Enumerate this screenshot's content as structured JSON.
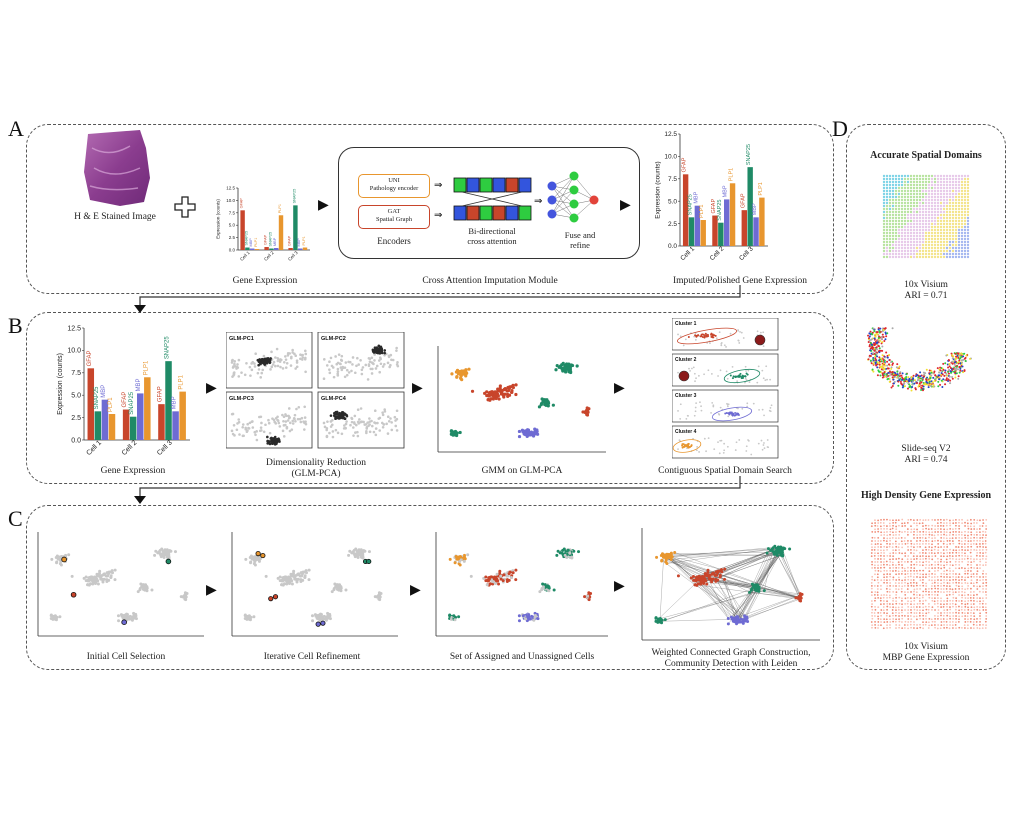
{
  "panels": {
    "A": {
      "letter": "A",
      "he_label": "H & E Stained Image",
      "gene_expr_label": "Gene Expression",
      "module_label": "Cross Attention Imputation Module",
      "imputed_label": "Imputed/Polished Gene Expression",
      "encoders": {
        "uni_line1": "UNI",
        "uni_line2": "Pathology encoder",
        "gat_line1": "GAT",
        "gat_line2": "Spatial Graph",
        "label": "Encoders"
      },
      "bidir_line1": "Bi-directional",
      "bidir_line2": "cross attention",
      "fuse_line1": "Fuse and",
      "fuse_line2": "refine"
    },
    "B": {
      "letter": "B",
      "gene_expr_label": "Gene Expression",
      "dimred_line1": "Dimensionality Reduction",
      "dimred_line2": "(GLM-PCA)",
      "gmm_label": "GMM on GLM-PCA",
      "contig_label": "Contiguous Spatial Domain Search",
      "pcs": [
        "GLM-PC1",
        "GLM-PC2",
        "GLM-PC3",
        "GLM-PC4"
      ],
      "clusters": [
        "Cluster 1",
        "Cluster 2",
        "Cluster 3",
        "Cluster 4"
      ]
    },
    "C": {
      "letter": "C",
      "initial_label": "Initial Cell Selection",
      "iterative_label": "Iterative Cell Refinement",
      "assigned_label": "Set of Assigned and Unassigned Cells",
      "graph_line1": "Weighted Connected Graph Construction,",
      "graph_line2": "Community Detection with Leiden"
    },
    "D": {
      "letter": "D",
      "title1": "Accurate Spatial Domains",
      "visium_line1": "10x Visium",
      "visium_line2": "ARI = 0.71",
      "slideseq_line1": "Slide-seq V2",
      "slideseq_line2": "ARI = 0.74",
      "title2": "High Density Gene Expression",
      "mbp_line1": "10x Visium",
      "mbp_line2": "MBP Gene Expression"
    }
  },
  "colors": {
    "red": "#c8452b",
    "green": "#1f8a66",
    "blue": "#6e6bd3",
    "orange": "#e8962e",
    "grey": "#c8c8c8",
    "dark": "#2a2a2a",
    "purple_he": "#8b3d8f"
  },
  "chart_data": [
    {
      "type": "bar",
      "name": "gene_expression_original",
      "categories": [
        "Cell 1",
        "Cell 2",
        "Cell 3"
      ],
      "ylabel": "Expression (counts)",
      "ylim": [
        0,
        12.5
      ],
      "yticks": [
        "0.0",
        "2.5",
        "5.0",
        "7.5",
        "10.0",
        "12.5"
      ],
      "series": [
        {
          "name": "GFAP",
          "values": [
            8.0,
            0.6,
            0.4
          ]
        },
        {
          "name": "SNAP25",
          "values": [
            0.5,
            0.3,
            9.0
          ]
        },
        {
          "name": "MBP",
          "values": [
            0.3,
            0.4,
            0.3
          ]
        },
        {
          "name": "PLP1",
          "values": [
            0.2,
            7.0,
            0.5
          ]
        }
      ]
    },
    {
      "type": "bar",
      "name": "gene_expression_imputed",
      "categories": [
        "Cell 1",
        "Cell 2",
        "Cell 3"
      ],
      "ylabel": "Expression (counts)",
      "ylim": [
        0,
        12.5
      ],
      "yticks": [
        "0.0",
        "2.5",
        "5.0",
        "7.5",
        "10.0",
        "12.5"
      ],
      "series": [
        {
          "name": "GFAP",
          "values": [
            8.0,
            3.4,
            4.0
          ]
        },
        {
          "name": "SNAP25",
          "values": [
            3.2,
            2.6,
            8.8
          ]
        },
        {
          "name": "MBP",
          "values": [
            4.5,
            5.2,
            3.2
          ]
        },
        {
          "name": "PLP1",
          "values": [
            2.9,
            7.0,
            5.4
          ]
        }
      ]
    }
  ]
}
